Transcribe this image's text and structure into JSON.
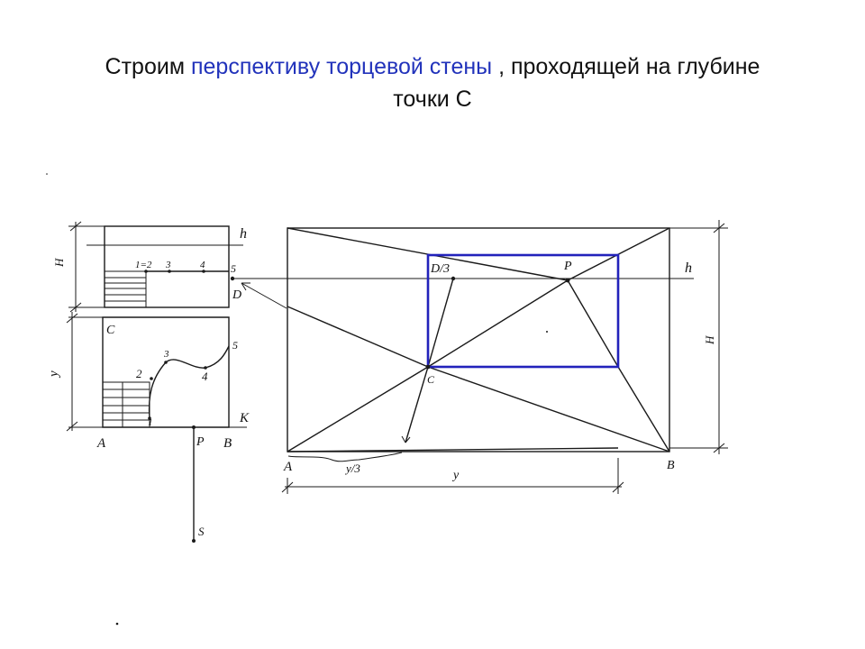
{
  "title": {
    "part1": "Строим ",
    "highlight": "перспективу торцевой стены",
    "part2": " , проходящей на глубине",
    "line2": "точки С"
  },
  "colors": {
    "highlight": "#2233bb",
    "frame": "#2222bb",
    "ink": "#1a1a1a"
  },
  "plan_labels": {
    "h": "h",
    "H": "H",
    "p12": "1=2",
    "p3": "3",
    "p4": "4",
    "p5": "5",
    "D": "D",
    "C": "C",
    "y": "y",
    "c3": "3",
    "c2": "2",
    "c4": "4",
    "c5": "5",
    "c1": "1",
    "K": "K",
    "A": "A",
    "P": "P",
    "B": "B",
    "S": "S"
  },
  "persp_labels": {
    "D3": "D/3",
    "P": "P",
    "h": "h",
    "H": "H",
    "C": "C",
    "A": "A",
    "B": "B",
    "y3": "y/3",
    "y": "y"
  }
}
